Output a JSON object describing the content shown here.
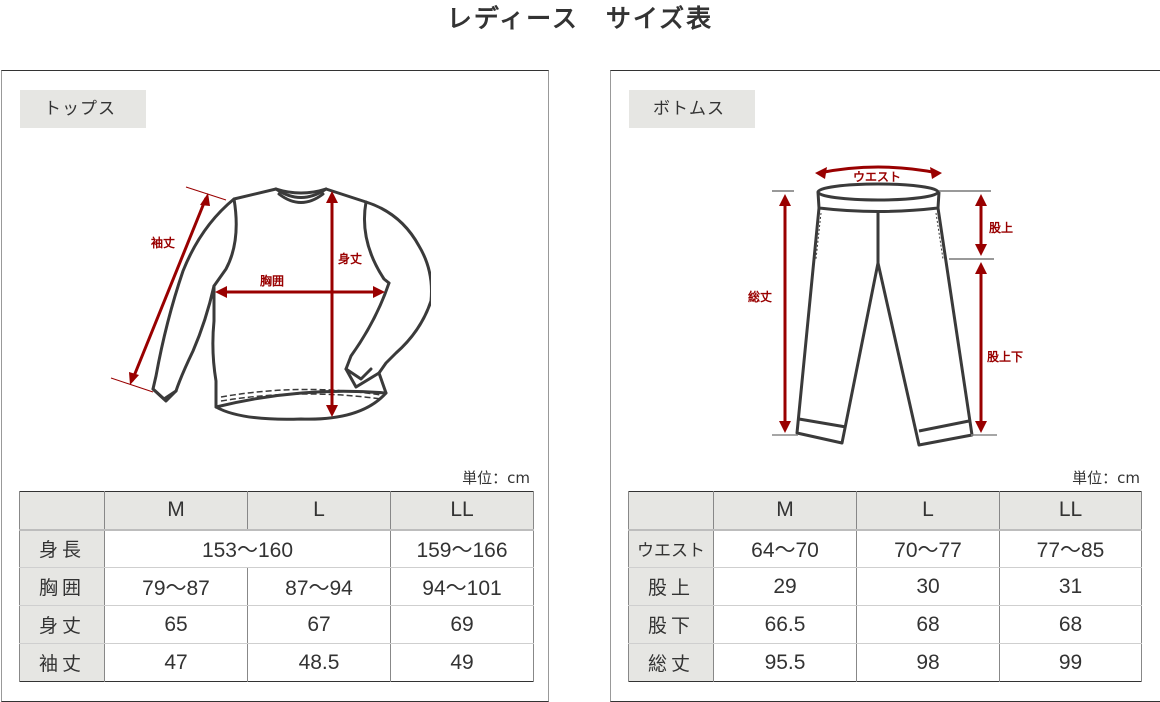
{
  "title": "レディース　サイズ表",
  "colors": {
    "text": "#333333",
    "accent_red": "#990000",
    "label_bg": "#e6e6e3",
    "border_dark": "#333333",
    "border_gray": "#999999"
  },
  "tops": {
    "label": "トップス",
    "diagram": {
      "measure_labels": {
        "sleeve_length": "袖丈",
        "body_length": "身丈",
        "chest": "胸囲"
      }
    },
    "unit": "単位：cm",
    "table": {
      "columns": [
        "",
        "M",
        "L",
        "LL"
      ],
      "rows": [
        {
          "label": "身長",
          "values": [
            "153〜160",
            "159〜166"
          ],
          "merged_ml": true
        },
        {
          "label": "胸囲",
          "values": [
            "79〜87",
            "87〜94",
            "94〜101"
          ]
        },
        {
          "label": "身丈",
          "values": [
            "65",
            "67",
            "69"
          ]
        },
        {
          "label": "袖丈",
          "values": [
            "47",
            "48.5",
            "49"
          ]
        }
      ]
    }
  },
  "bottoms": {
    "label": "ボトムス",
    "diagram": {
      "measure_labels": {
        "waist": "ウエスト",
        "rise": "股上",
        "inseam": "股上下",
        "total_length": "総丈"
      }
    },
    "unit": "単位：cm",
    "table": {
      "columns": [
        "",
        "M",
        "L",
        "LL"
      ],
      "rows": [
        {
          "label": "ウエスト",
          "values": [
            "64〜70",
            "70〜77",
            "77〜85"
          ]
        },
        {
          "label": "股上",
          "values": [
            "29",
            "30",
            "31"
          ]
        },
        {
          "label": "股下",
          "values": [
            "66.5",
            "68",
            "68"
          ]
        },
        {
          "label": "総丈",
          "values": [
            "95.5",
            "98",
            "99"
          ]
        }
      ]
    }
  }
}
